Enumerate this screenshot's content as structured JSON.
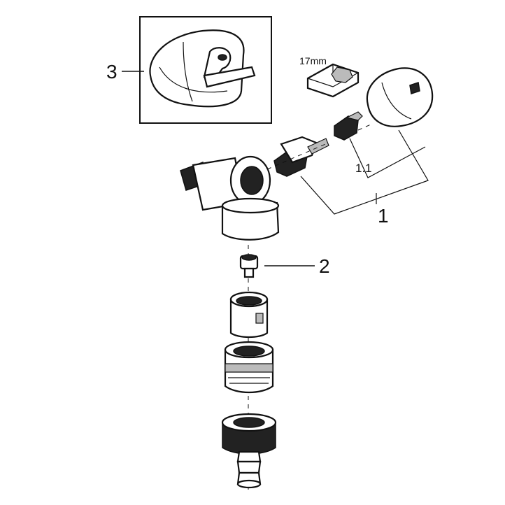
{
  "callouts": {
    "label_1": "1",
    "label_1_1": "1.1",
    "label_2": "2",
    "label_3": "3",
    "wrench_size": "17mm"
  },
  "colors": {
    "ink": "#111111",
    "background": "#ffffff",
    "shade": "#bbbbbb"
  }
}
